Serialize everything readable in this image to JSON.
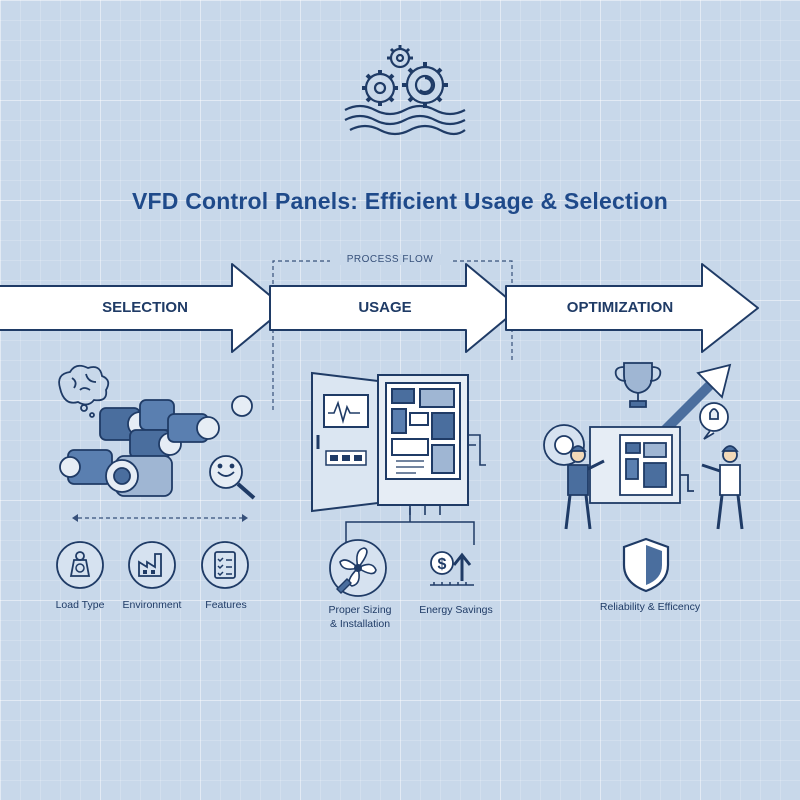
{
  "title": "VFD Control Panels: Efficient Usage & Selection",
  "process_flow_label": "PROCESS FLOW",
  "stages": [
    {
      "label": "SELECTION"
    },
    {
      "label": "USAGE"
    },
    {
      "label": "OPTIMIZATION"
    }
  ],
  "selection_items": [
    {
      "label": "Load Type",
      "icon": "weight-icon"
    },
    {
      "label": "Environment",
      "icon": "factory-icon"
    },
    {
      "label": "Features",
      "icon": "checklist-icon"
    }
  ],
  "usage_items": [
    {
      "label_line1": "Proper Sizing",
      "label_line2": "& Installation",
      "icon": "fan-icon"
    },
    {
      "label": "Energy Savings",
      "icon": "dollar-up-icon"
    }
  ],
  "optimization_items": [
    {
      "label": "Reliability & Efficency",
      "icon": "shield-icon"
    }
  ],
  "colors": {
    "background": "#c8d8ea",
    "ink": "#1f3b66",
    "accent": "#2f5fa0",
    "arrow_fill": "#ffffff"
  }
}
